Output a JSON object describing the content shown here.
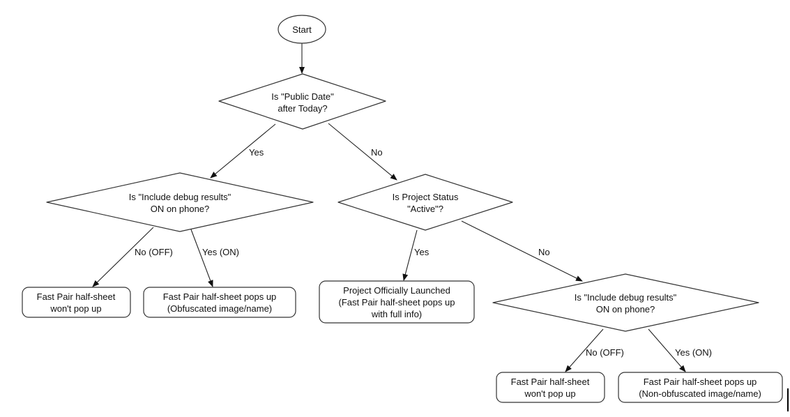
{
  "nodes": {
    "start": {
      "label": "Start"
    },
    "d_public_date": {
      "lines": [
        "Is \"Public Date\"",
        "after Today?"
      ]
    },
    "d_debug_left": {
      "lines": [
        "Is \"Include debug results\"",
        "ON on phone?"
      ]
    },
    "d_project_status": {
      "lines": [
        "Is Project Status",
        "\"Active\"?"
      ]
    },
    "d_debug_right": {
      "lines": [
        "Is \"Include debug results\"",
        "ON on phone?"
      ]
    },
    "r_no_popup_left": {
      "lines": [
        "Fast Pair half-sheet",
        "won't pop up"
      ]
    },
    "r_obfuscated": {
      "lines": [
        "Fast Pair half-sheet pops up",
        "(Obfuscated image/name)"
      ]
    },
    "r_launched": {
      "lines": [
        "Project Officially Launched",
        "(Fast Pair half-sheet pops up",
        "with full info)"
      ]
    },
    "r_no_popup_right": {
      "lines": [
        "Fast Pair half-sheet",
        "won't pop up"
      ]
    },
    "r_non_obfuscated": {
      "lines": [
        "Fast Pair half-sheet pops up",
        "(Non-obfuscated image/name)"
      ]
    }
  },
  "edges": {
    "public_yes": "Yes",
    "public_no": "No",
    "left_no": "No (OFF)",
    "left_yes": "Yes (ON)",
    "status_yes": "Yes",
    "status_no": "No",
    "right_no": "No (OFF)",
    "right_yes": "Yes (ON)"
  }
}
